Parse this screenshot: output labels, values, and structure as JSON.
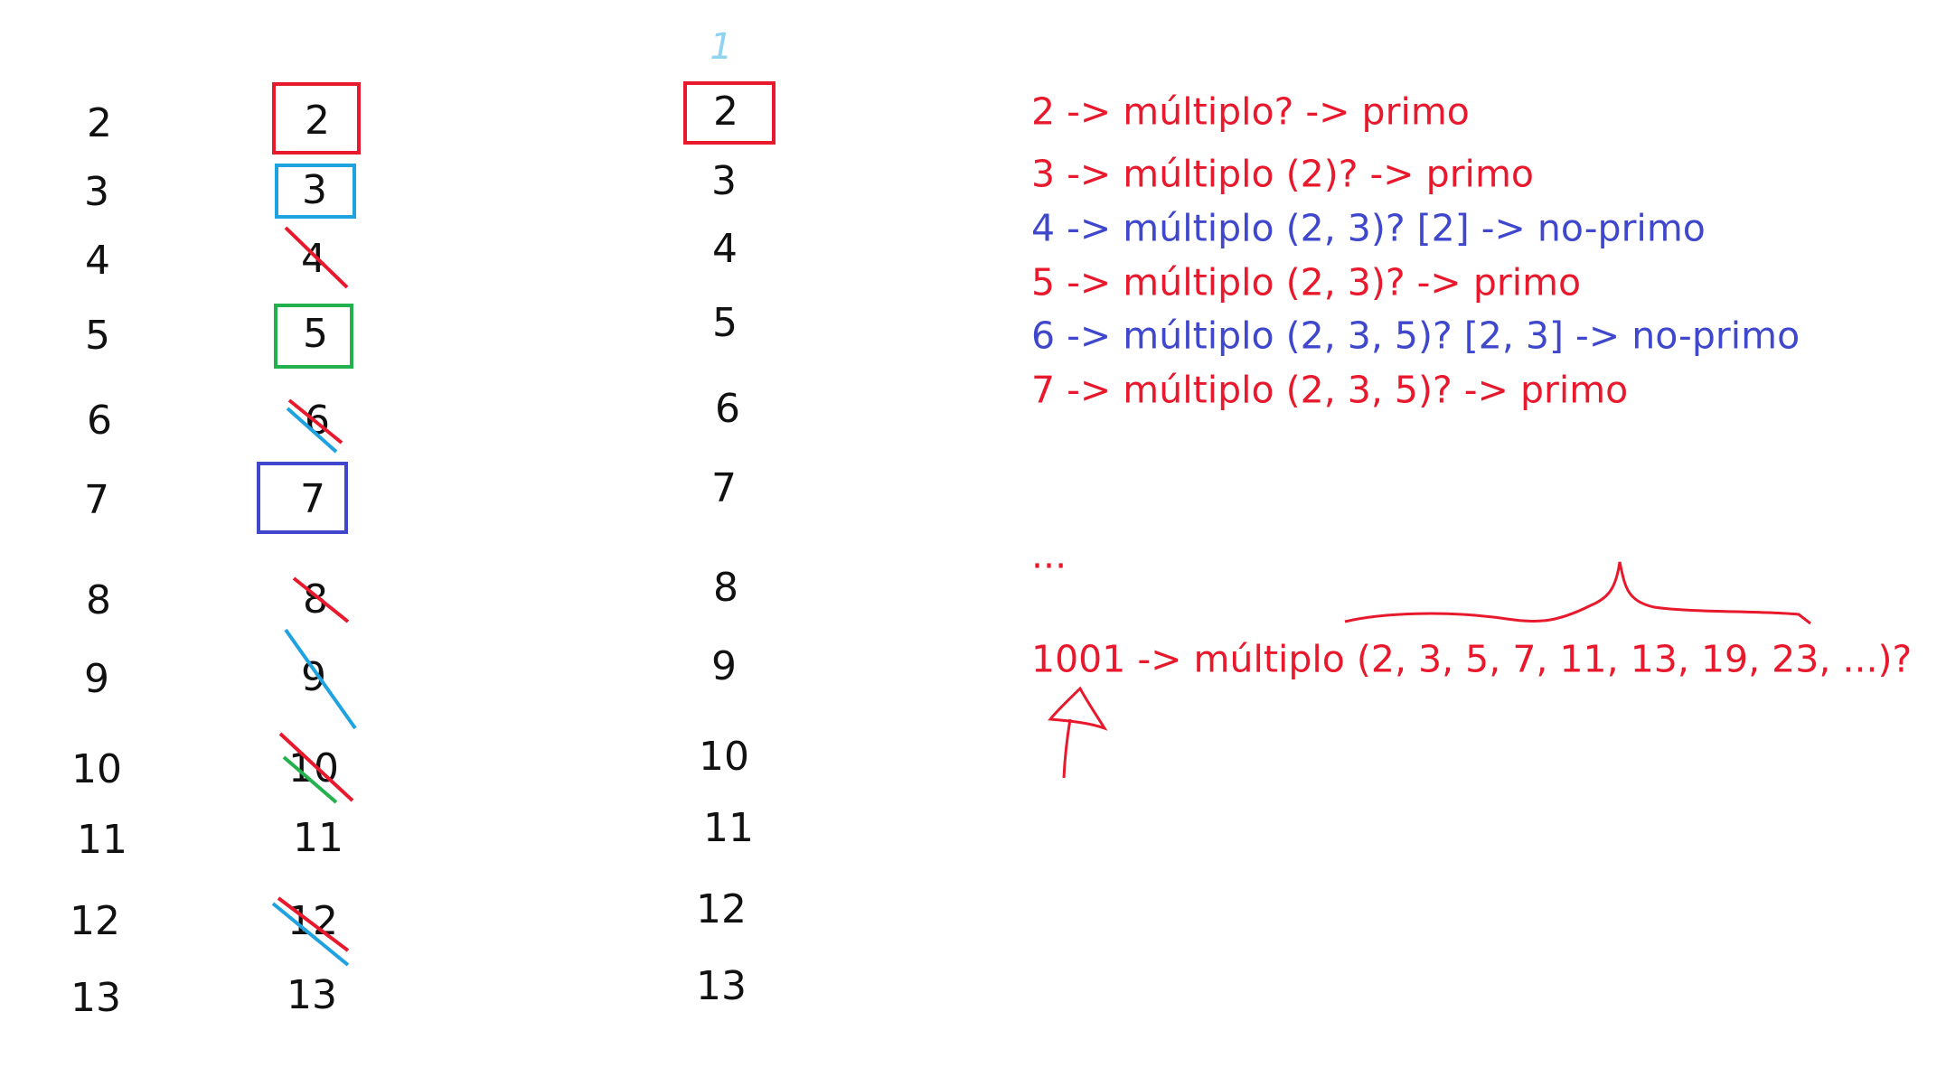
{
  "col_a": [
    "2",
    "3",
    "4",
    "5",
    "6",
    "7",
    "8",
    "9",
    "10",
    "11",
    "12",
    "13"
  ],
  "col_b": [
    "2",
    "3",
    "4",
    "5",
    "6",
    "7",
    "8",
    "9",
    "10",
    "11",
    "12",
    "13"
  ],
  "col_c": [
    "2",
    "3",
    "4",
    "5",
    "6",
    "7",
    "8",
    "9",
    "10",
    "11",
    "12",
    "13"
  ],
  "col_c_mark": "1",
  "notes": [
    {
      "text": "2 -> múltiplo? -> primo",
      "color": "#e8192c"
    },
    {
      "text": "3 -> múltiplo (2)? -> primo",
      "color": "#e8192c"
    },
    {
      "text": "4 -> múltiplo (2, 3)? [2] -> no-primo",
      "color": "#3f48cc"
    },
    {
      "text": "5 -> múltiplo (2, 3)? -> primo",
      "color": "#e8192c"
    },
    {
      "text": "6 -> múltiplo (2, 3, 5)? [2, 3] -> no-primo",
      "color": "#3f48cc"
    },
    {
      "text": "7 -> múltiplo (2, 3, 5)? -> primo",
      "color": "#e8192c"
    }
  ],
  "ellipsis": "...",
  "bottom_note": "1001 -> múltiplo (2, 3, 5, 7, 11, 13, 19, 23, ...)?",
  "colors": {
    "red": "#e8192c",
    "cyan": "#1fa2e0",
    "green": "#22b14c",
    "indigo": "#3f48cc",
    "light_blue": "#8fd3f0"
  }
}
